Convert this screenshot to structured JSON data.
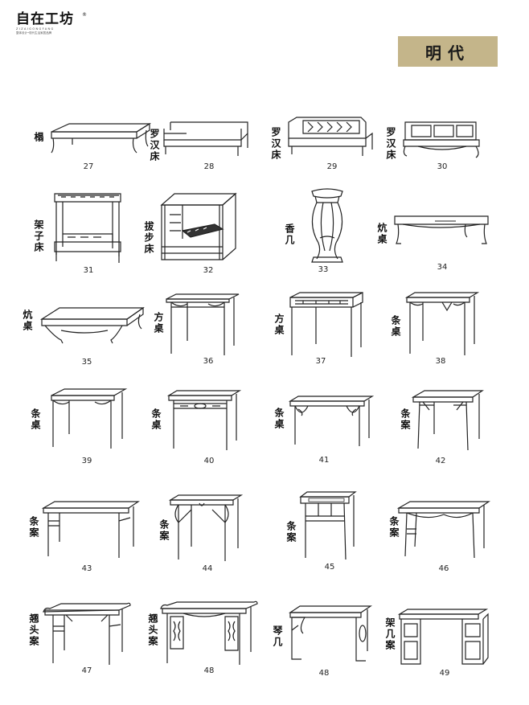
{
  "brand": {
    "name": "自在工坊",
    "registered": "®",
    "romanization": "ZIZAIGONGFANG",
    "tagline": "整体设计•现代生活家居品牌"
  },
  "dynasty_label": "明代",
  "items": [
    {
      "name": "榻",
      "number": "27"
    },
    {
      "name": "罗汉床",
      "number": "28"
    },
    {
      "name": "罗汉床",
      "number": "29"
    },
    {
      "name": "罗汉床",
      "number": "30"
    },
    {
      "name": "架子床",
      "number": "31"
    },
    {
      "name": "拔步床",
      "number": "32"
    },
    {
      "name": "香几",
      "number": "33"
    },
    {
      "name": "炕桌",
      "number": "34"
    },
    {
      "name": "炕桌",
      "number": "35"
    },
    {
      "name": "方桌",
      "number": "36"
    },
    {
      "name": "方桌",
      "number": "37"
    },
    {
      "name": "条桌",
      "number": "38"
    },
    {
      "name": "条桌",
      "number": "39"
    },
    {
      "name": "条桌",
      "number": "40"
    },
    {
      "name": "条桌",
      "number": "41"
    },
    {
      "name": "条案",
      "number": "42"
    },
    {
      "name": "条案",
      "number": "43"
    },
    {
      "name": "条案",
      "number": "44"
    },
    {
      "name": "条案",
      "number": "45"
    },
    {
      "name": "条案",
      "number": "46"
    },
    {
      "name": "翘头案",
      "number": "47"
    },
    {
      "name": "翘头案",
      "number": "48"
    },
    {
      "name": "琴几",
      "number": "48"
    },
    {
      "name": "架几案",
      "number": "49"
    }
  ]
}
